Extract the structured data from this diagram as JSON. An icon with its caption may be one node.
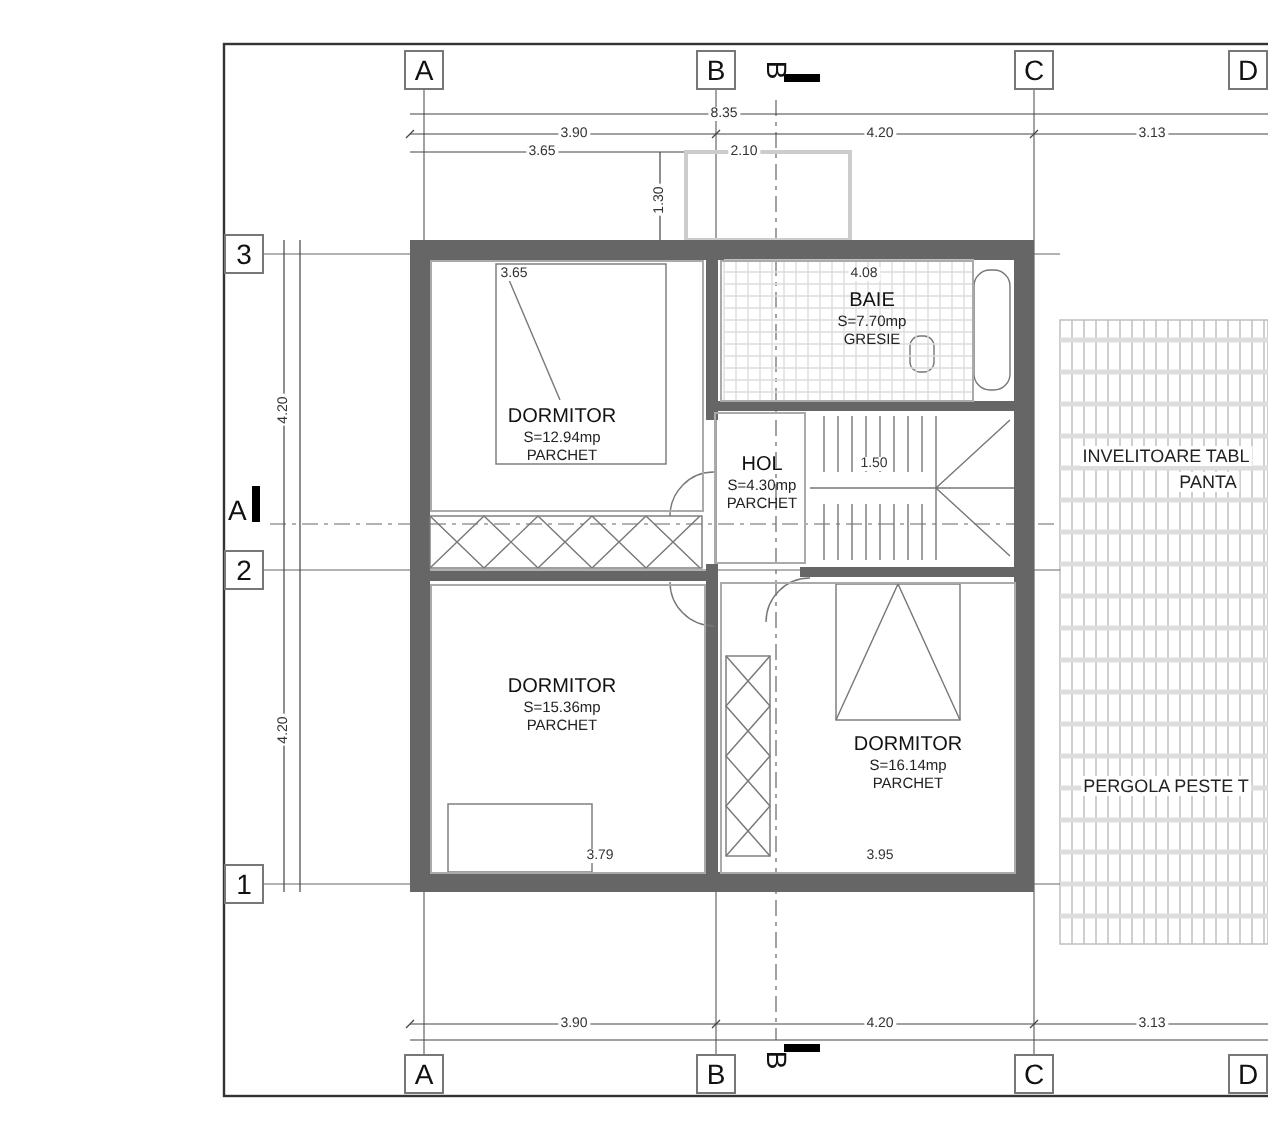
{
  "diagram": {
    "nodes": [
      {
        "text": [
          "DORMITOR",
          "S=12.94mp",
          "PARCHET"
        ]
      },
      {
        "text": [
          "BAIE",
          "S=7.70mp",
          "GRESIE"
        ]
      },
      {
        "text": [
          "HOL",
          "S=4.30mp",
          "PARCHET"
        ]
      },
      {
        "text": [
          "DORMITOR",
          "S=15.36mp",
          "PARCHET"
        ]
      },
      {
        "text": [
          "DORMITOR",
          "S=16.14mp",
          "PARCHET"
        ]
      }
    ],
    "edges": [],
    "labels": [
      "A",
      "B",
      "B",
      "C",
      "D",
      "8.35",
      "3.90",
      "4.20",
      "3.13",
      "3.65",
      "2.10",
      "1.30",
      "3",
      "3.65",
      "4.08",
      "4.20",
      "INVELITOARE TABL",
      "1.50",
      "PANTA",
      "A",
      "2",
      "4.20",
      "PERGOLA PESTE T",
      "3.79",
      "3.95",
      "1",
      "3.90",
      "4.20",
      "3.13",
      "A",
      "B",
      "B",
      "C",
      "D"
    ]
  }
}
